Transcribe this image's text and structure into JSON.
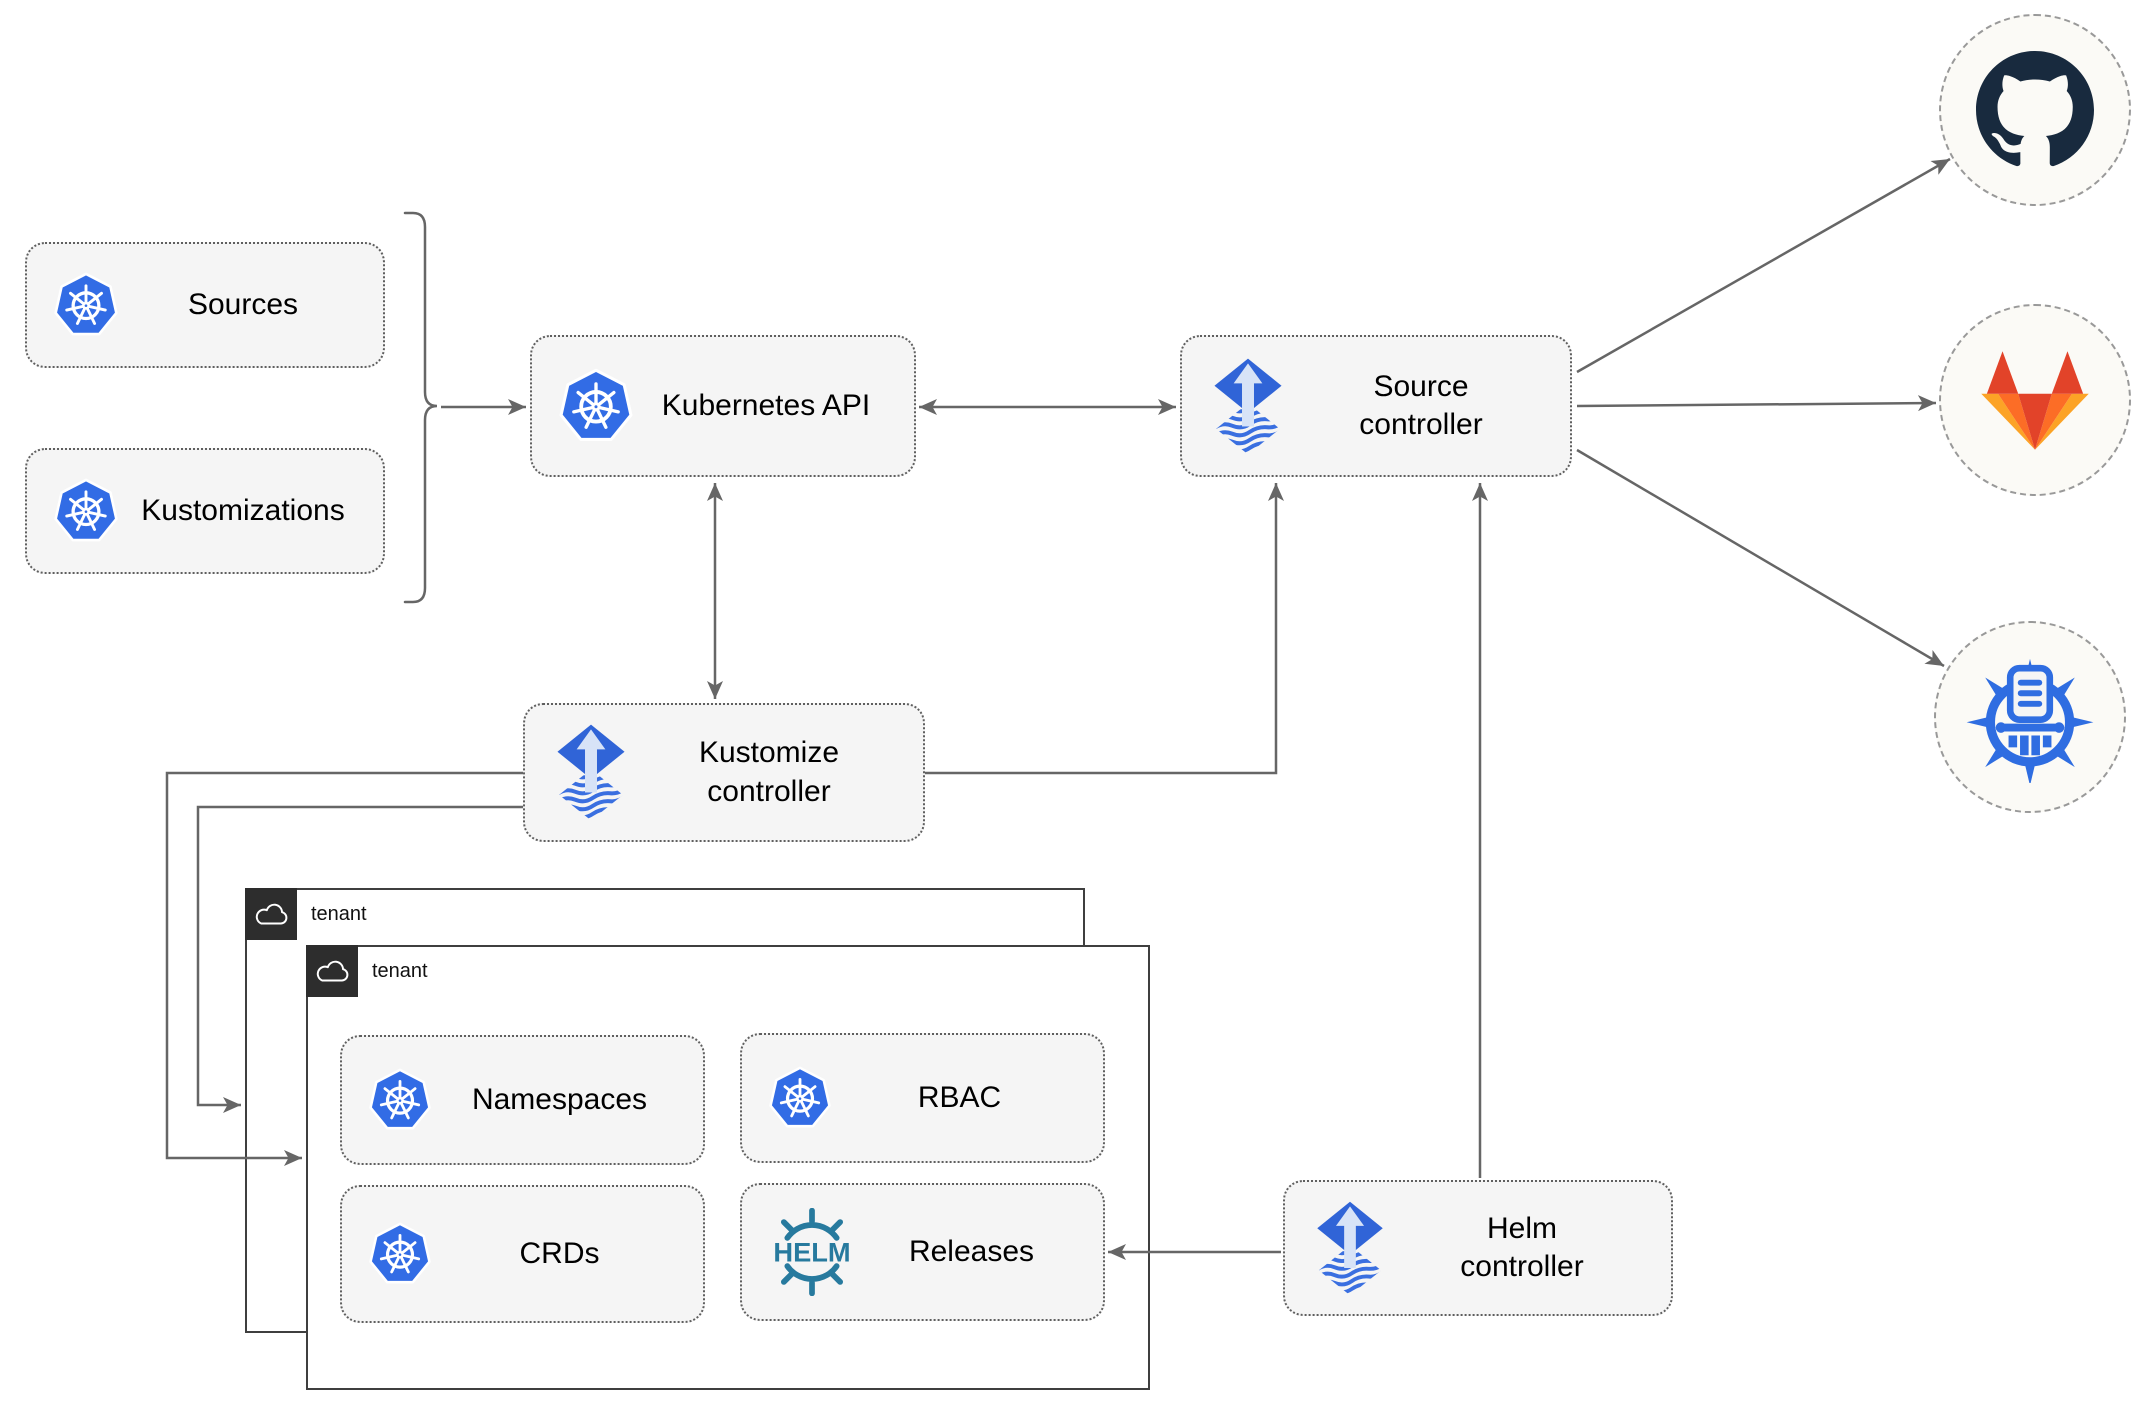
{
  "diagram": {
    "nodes": {
      "sources": {
        "label": "Sources",
        "icon": "kubernetes"
      },
      "kustomizations": {
        "label": "Kustomizations",
        "icon": "kubernetes"
      },
      "kubernetes_api": {
        "label": "Kubernetes API",
        "icon": "kubernetes"
      },
      "source_controller": {
        "label": "Source\ncontroller",
        "icon": "flux"
      },
      "kustomize_controller": {
        "label": "Kustomize\ncontroller",
        "icon": "flux"
      },
      "helm_controller": {
        "label": "Helm\ncontroller",
        "icon": "flux"
      },
      "namespaces": {
        "label": "Namespaces",
        "icon": "kubernetes"
      },
      "rbac": {
        "label": "RBAC",
        "icon": "kubernetes"
      },
      "crds": {
        "label": "CRDs",
        "icon": "kubernetes"
      },
      "releases": {
        "label": "Releases",
        "icon": "helm"
      }
    },
    "tenants": {
      "outer": {
        "label": "tenant",
        "icon": "cloud"
      },
      "inner": {
        "label": "tenant",
        "icon": "cloud"
      }
    },
    "externals": {
      "github": {
        "icon": "github"
      },
      "gitlab": {
        "icon": "gitlab"
      },
      "chart_museum": {
        "icon": "chart-museum"
      }
    },
    "logo_text": {
      "helm": "HELM"
    },
    "edges": [
      {
        "from": "sources+kustomizations",
        "to": "kubernetes_api",
        "via": "brace",
        "arrow": "end"
      },
      {
        "from": "kubernetes_api",
        "to": "source_controller",
        "arrow": "both"
      },
      {
        "from": "kubernetes_api",
        "to": "kustomize_controller",
        "arrow": "both"
      },
      {
        "from": "kustomize_controller",
        "to": "source_controller",
        "arrow": "end"
      },
      {
        "from": "helm_controller",
        "to": "source_controller",
        "arrow": "end"
      },
      {
        "from": "helm_controller",
        "to": "releases",
        "arrow": "end"
      },
      {
        "from": "kustomize_controller",
        "to": "tenant_inner",
        "arrow": "end"
      },
      {
        "from": "kustomize_controller",
        "to": "tenant_outer",
        "arrow": "end"
      },
      {
        "from": "source_controller",
        "to": "github",
        "arrow": "end"
      },
      {
        "from": "source_controller",
        "to": "gitlab",
        "arrow": "end"
      },
      {
        "from": "source_controller",
        "to": "chart_museum",
        "arrow": "end"
      }
    ],
    "colors": {
      "kubernetes_blue": "#326ce5",
      "flux_blue": "#3064d7",
      "flux_arrow_light": "#d7e3f7",
      "helm_teal": "#277a9e",
      "github_dark": "#182a3e",
      "gitlab_red": "#e24329",
      "gitlab_orange": "#fc6d26",
      "gitlab_amber": "#fca326",
      "chartmuseum_blue": "#2f6de1",
      "connector_gray": "#666666",
      "node_fill": "#f5f5f5",
      "tenant_tag_bg": "#2d2d2d"
    }
  }
}
